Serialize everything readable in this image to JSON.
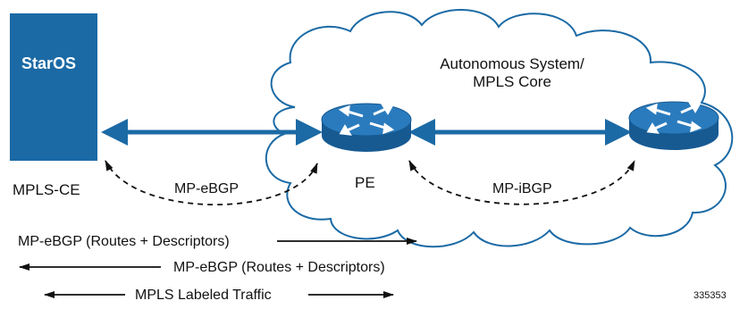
{
  "staros_label": "StarOS",
  "ce_label": "MPLS-CE",
  "cloud_title_line1": "Autonomous System/",
  "cloud_title_line2": "MPLS Core",
  "pe_label": "PE",
  "link_ce_pe_label": "MP-eBGP",
  "link_pe_p_label": "MP-iBGP",
  "legend": {
    "routes_right": "MP-eBGP (Routes + Descriptors)",
    "routes_left": "MP-eBGP (Routes + Descriptors)",
    "labeled_traffic": "MPLS Labeled Traffic"
  },
  "figure_id": "335353",
  "colors": {
    "staros_box": "#1b6aa5",
    "link_blue": "#1b6aa5",
    "router_top": "#2a7bbd",
    "router_side": "#175a92",
    "cloud_fill": "#ffffff",
    "cloud_stroke": "#1b6aa5",
    "text": "#111111"
  },
  "icons": {
    "router_pe": "router-icon",
    "router_core": "router-icon"
  }
}
